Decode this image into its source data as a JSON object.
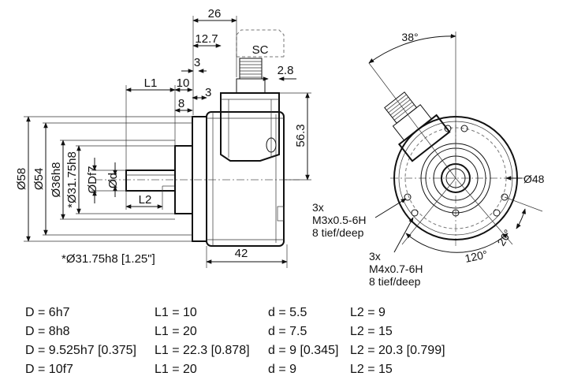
{
  "side_view": {
    "dim_26": "26",
    "dim_12_7": "12.7",
    "dim_sc": "SC",
    "dim_3_top": "3",
    "dim_2_8": "2.8",
    "dim_L1": "L1",
    "dim_10": "10",
    "dim_3_mid": "3",
    "dim_8": "8",
    "dim_56_3": "56.3",
    "dim_58": "Ø58",
    "dim_54": "Ø54",
    "dim_36h8": "Ø36h8",
    "dim_31_75h8": "*Ø31.75h8",
    "dim_Df7": "ØDf7",
    "dim_d": "Ød",
    "dim_L2": "L2",
    "dim_42": "42",
    "footnote": "*Ø31.75h8 [1.25\"]"
  },
  "front_view": {
    "angle_38": "38°",
    "dia_48": "Ø48",
    "angle_120": "120°",
    "angle_20": "20°",
    "note_m3": [
      "3x",
      "M3x0.5-6H",
      "8 tief/deep"
    ],
    "note_m4": [
      "3x",
      "M4x0.7-6H",
      "8 tief/deep"
    ]
  },
  "table": {
    "rows": [
      [
        "D = 6h7",
        "L1 = 10",
        "d = 5.5",
        "L2 =   9"
      ],
      [
        "D = 8h8",
        "L1 = 20",
        "d = 7.5",
        "L2 = 15"
      ],
      [
        "D = 9.525h7 [0.375]",
        "L1 = 22.3 [0.878]",
        "d = 9 [0.345]",
        "L2 = 20.3 [0.799]"
      ],
      [
        "D = 10f7",
        "L1 = 20",
        "d = 9",
        "L2 = 15"
      ]
    ]
  }
}
